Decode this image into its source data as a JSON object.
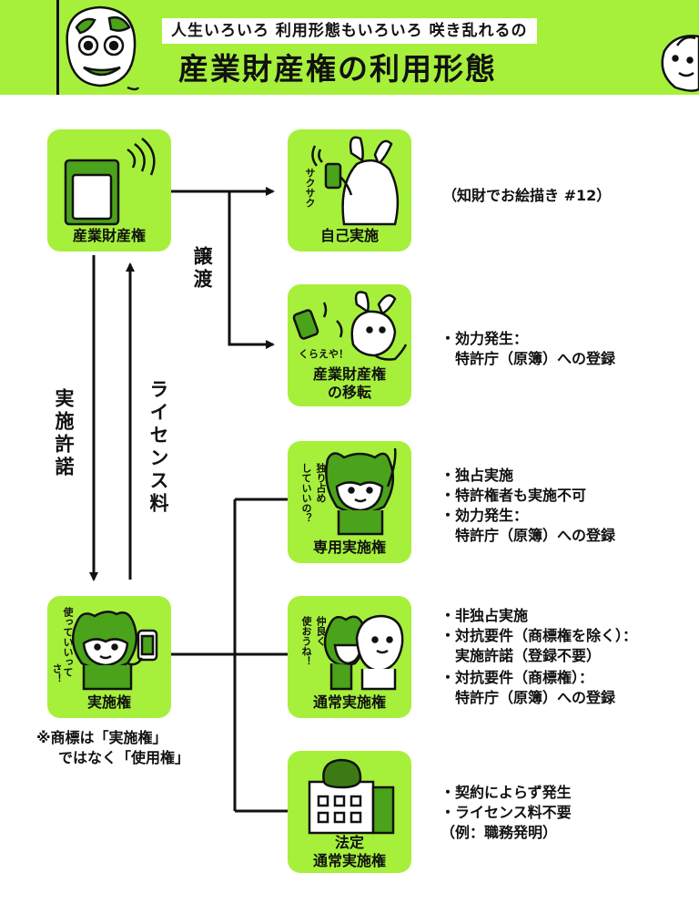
{
  "header": {
    "subtitle": "人生いろいろ 利用形態もいろいろ 咲き乱れるの",
    "title": "産業財産権の利用形態"
  },
  "boxes": {
    "ip_right": "産業財産権",
    "self_use": "自己実施",
    "transfer_line1": "産業財産権",
    "transfer_line2": "の移転",
    "exclusive": "専用実施権",
    "ordinary": "通常実施権",
    "statutory_line1": "法定",
    "statutory_line2": "通常実施権",
    "license_right": "実施権"
  },
  "speech": {
    "sakusaku": "サクサク",
    "kuraeya": "くらえや！",
    "hitorijime_1": "独り占め",
    "hitorijime_2": "していいの？",
    "nakayoku_1": "仲良く",
    "nakayoku_2": "使おうね！",
    "tsukatte_1": "使っていいって",
    "tsukatte_2": "さ！"
  },
  "arrows": {
    "assignment": "譲渡",
    "license_grant": "実施許諾",
    "license_fee": "ライセンス料"
  },
  "credit": "（知財でお絵描き #12）",
  "notes": {
    "transfer": [
      "・効力発生：",
      "特許庁（原簿）への登録"
    ],
    "exclusive": [
      "・独占実施",
      "・特許権者も実施不可",
      "・効力発生：",
      "特許庁（原簿）への登録"
    ],
    "ordinary": [
      "・非独占実施",
      "・対抗要件（商標権を除く）：",
      "実施許諾（登録不要）",
      "・対抗要件（商標権）：",
      "特許庁（原簿）への登録"
    ],
    "statutory": [
      "・契約によらず発生",
      "・ライセンス料不要",
      "（例：職務発明）"
    ]
  },
  "trademark_note": [
    "※商標は「実施権」",
    "ではなく「使用権」"
  ],
  "colors": {
    "accent": "#a6f03c",
    "dark_green": "#4aa31a",
    "ink": "#111111"
  }
}
